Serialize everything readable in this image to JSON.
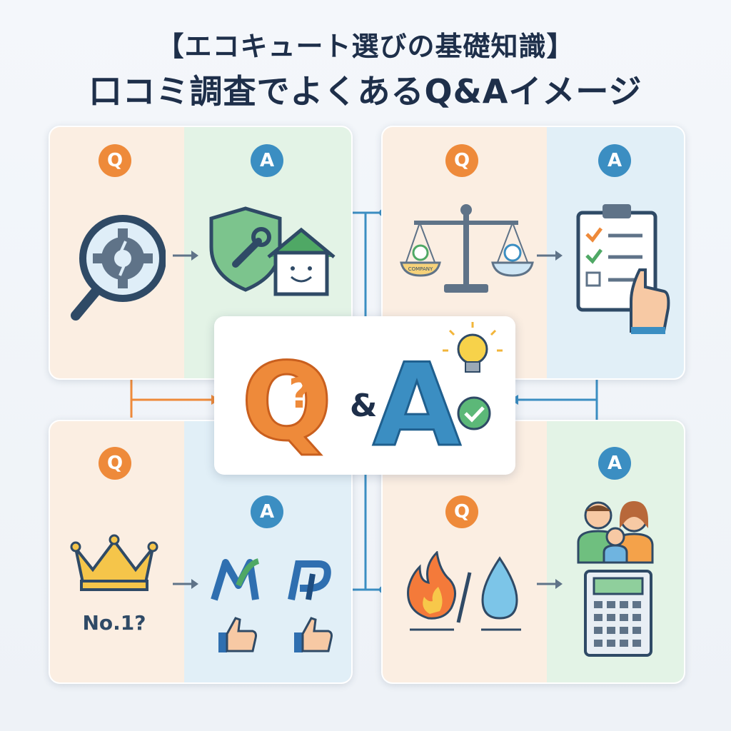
{
  "title": {
    "line1": "【エコキュート選びの基礎知識】",
    "line2": "口コミ調査でよくあるQ&Aイメージ"
  },
  "badges": {
    "q": "Q",
    "a": "A"
  },
  "center": {
    "q": "Q",
    "amp": "&",
    "a": "A"
  },
  "panels": {
    "top_left": {
      "q_icon": "magnifier-gear-icon",
      "a_icon": "shield-wrench-house-icon"
    },
    "top_right": {
      "q_icon": "balance-scale-icon",
      "left_pan_label": "COMPANY",
      "a_icon": "checklist-clipboard-icon"
    },
    "bottom_left": {
      "q_icon": "crown-icon",
      "q_text": "No.1?",
      "a_icon": "brand-logos-thumbs-up-icon"
    },
    "bottom_right": {
      "q_icon": "flame-water-drop-icon",
      "a_icon": "family-calculator-icon"
    }
  },
  "colors": {
    "q_accent": "#ee8a3a",
    "a_accent": "#3b8ec2",
    "title": "#1e2f4a",
    "q_bg": "#fbeee2",
    "a_bg_green": "#e3f3e6",
    "a_bg_blue": "#e1eff7"
  }
}
